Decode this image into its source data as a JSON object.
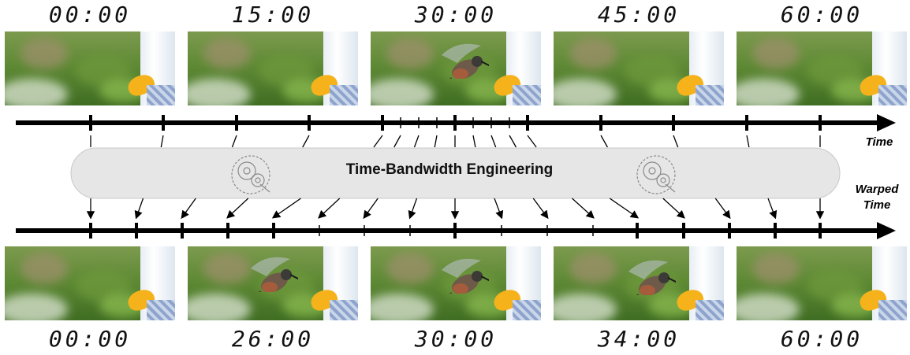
{
  "top_row": {
    "timestamps": [
      "00:00",
      "15:00",
      "30:00",
      "45:00",
      "60:00"
    ],
    "frames": [
      {
        "bird_visible": false
      },
      {
        "bird_visible": false
      },
      {
        "bird_visible": true
      },
      {
        "bird_visible": false
      },
      {
        "bird_visible": false
      }
    ]
  },
  "bottom_row": {
    "timestamps": [
      "00:00",
      "26:00",
      "30:00",
      "34:00",
      "60:00"
    ],
    "frames": [
      {
        "bird_visible": false
      },
      {
        "bird_visible": true
      },
      {
        "bird_visible": true
      },
      {
        "bird_visible": true
      },
      {
        "bird_visible": false
      }
    ]
  },
  "axes": {
    "time_label": "Time",
    "warped_label_line1": "Warped",
    "warped_label_line2": "Time"
  },
  "banner": {
    "title": "Time-Bandwidth Engineering",
    "icon": "gear-icon"
  },
  "colors": {
    "axis": "#000000",
    "banner_fill": "#e6e6e6",
    "banner_stroke": "#c8c8c8"
  }
}
